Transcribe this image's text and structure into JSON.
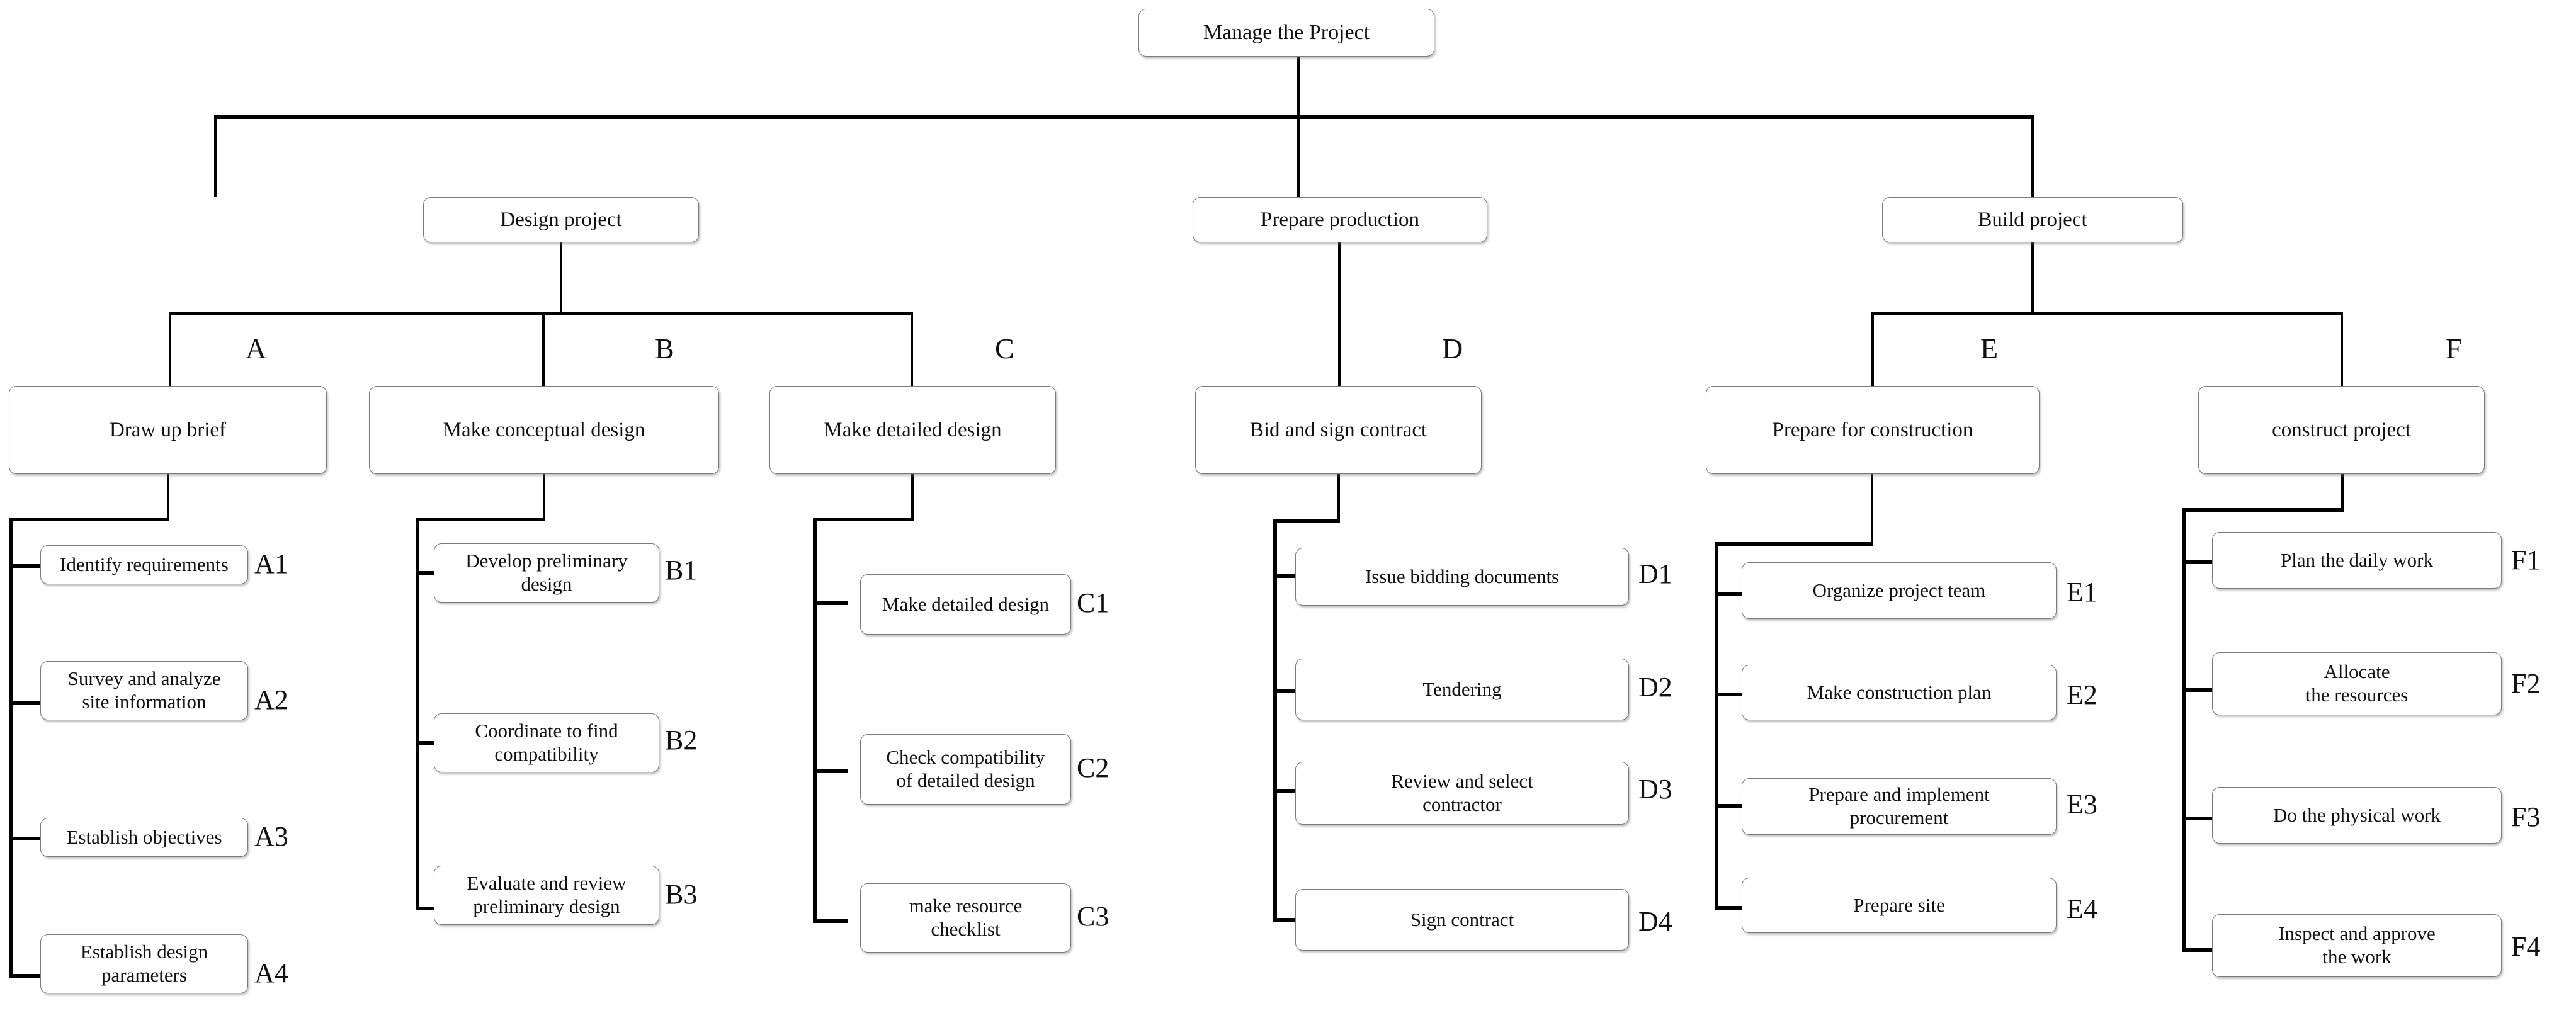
{
  "diagram": {
    "type": "work-breakdown-structure",
    "root": {
      "label": "Manage the  Project"
    },
    "level2": [
      {
        "label": "Design project"
      },
      {
        "label": "Prepare production"
      },
      {
        "label": "Build  project"
      }
    ],
    "level3": [
      {
        "code": "A",
        "label": "Draw up brief"
      },
      {
        "code": "B",
        "label": "Make conceptual design"
      },
      {
        "code": "C",
        "label": "Make detailed design"
      },
      {
        "code": "D",
        "label": "Bid and sign contract"
      },
      {
        "code": "E",
        "label": "Prepare for construction"
      },
      {
        "code": "F",
        "label": "construct project"
      }
    ],
    "leaves": {
      "A": [
        {
          "code": "A1",
          "label": "Identify requirements"
        },
        {
          "code": "A2",
          "label": "Survey and analyze\nsite information"
        },
        {
          "code": "A3",
          "label": "Establish objectives"
        },
        {
          "code": "A4",
          "label": "Establish design\nparameters"
        }
      ],
      "B": [
        {
          "code": "B1",
          "label": "Develop preliminary\ndesign"
        },
        {
          "code": "B2",
          "label": "Coordinate to find\ncompatibility"
        },
        {
          "code": "B3",
          "label": "Evaluate and review\npreliminary design"
        }
      ],
      "C": [
        {
          "code": "C1",
          "label": "Make detailed design"
        },
        {
          "code": "C2",
          "label": "Check compatibility\nof detailed design"
        },
        {
          "code": "C3",
          "label": "make resource\nchecklist"
        }
      ],
      "D": [
        {
          "code": "D1",
          "label": "Issue bidding documents"
        },
        {
          "code": "D2",
          "label": "Tendering"
        },
        {
          "code": "D3",
          "label": "Review and select\ncontractor"
        },
        {
          "code": "D4",
          "label": "Sign contract"
        }
      ],
      "E": [
        {
          "code": "E1",
          "label": "Organize project team"
        },
        {
          "code": "E2",
          "label": "Make construction plan"
        },
        {
          "code": "E3",
          "label": "Prepare and implement\nprocurement"
        },
        {
          "code": "E4",
          "label": "Prepare site"
        }
      ],
      "F": [
        {
          "code": "F1",
          "label": "Plan the daily work"
        },
        {
          "code": "F2",
          "label": "Allocate\nthe resources"
        },
        {
          "code": "F3",
          "label": "Do the physical work"
        },
        {
          "code": "F4",
          "label": "Inspect and approve\nthe work"
        }
      ]
    },
    "colors": {
      "box_border": "#7a7a7a",
      "connector": "#000000",
      "background": "#ffffff",
      "text": "#111111"
    }
  }
}
